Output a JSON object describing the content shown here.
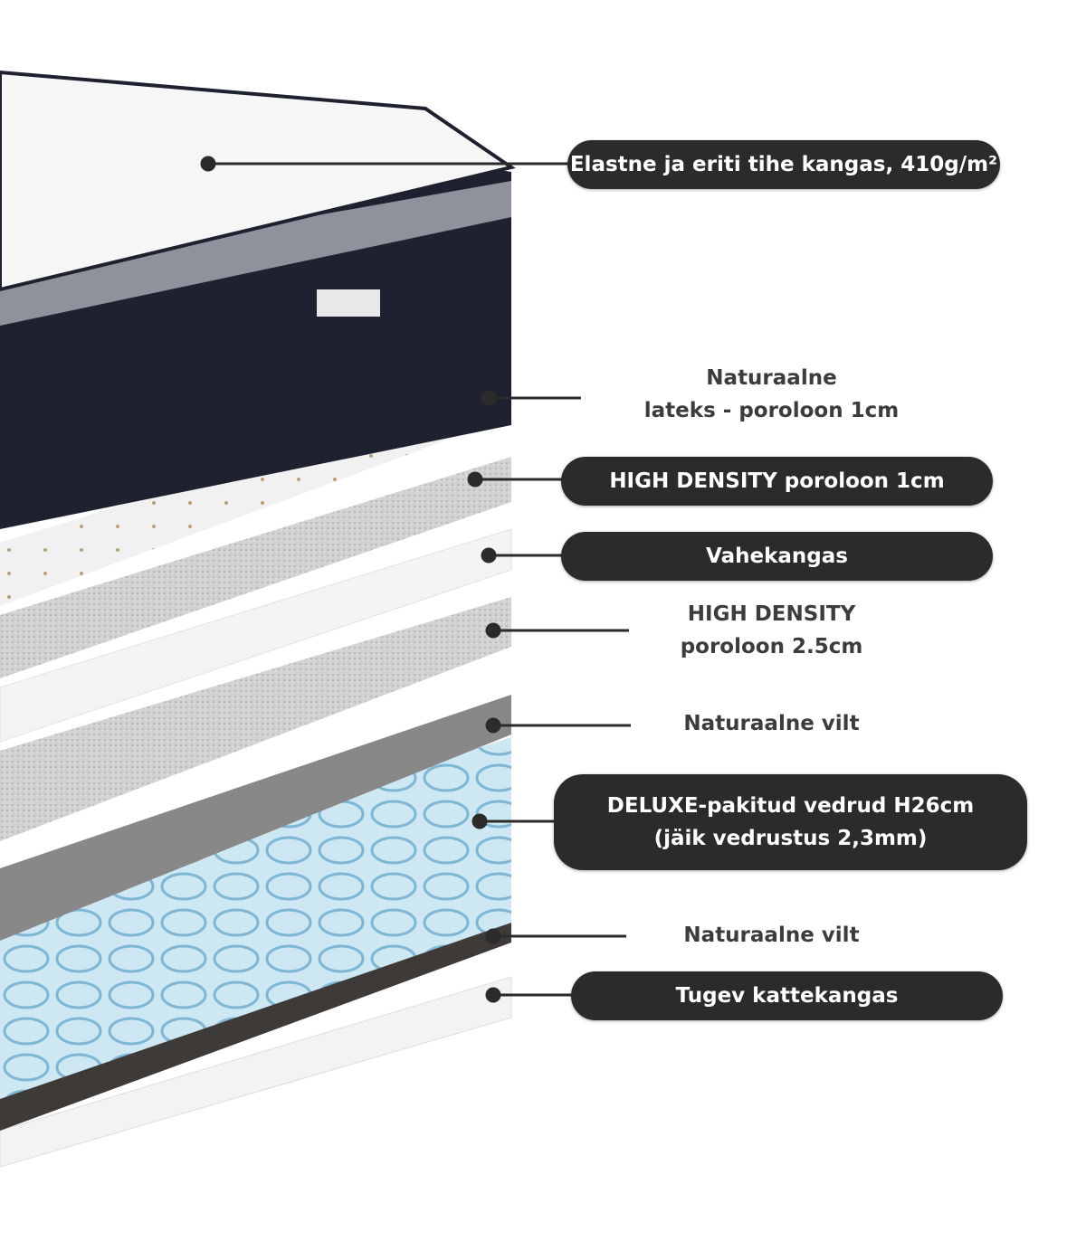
{
  "callouts": [
    {
      "label": "Elastne ja eriti tihe kangas, 410g/m²",
      "style": "pill"
    },
    {
      "line1": "Naturaalne",
      "line2": "lateks - poroloon 1cm",
      "style": "plain"
    },
    {
      "label": "HIGH DENSITY poroloon 1cm",
      "style": "pill"
    },
    {
      "label": "Vahekangas",
      "style": "pill"
    },
    {
      "line1": "HIGH DENSITY",
      "line2": "poroloon 2.5cm",
      "style": "plain"
    },
    {
      "label": "Naturaalne vilt",
      "style": "plain"
    },
    {
      "line1": "DELUXE-pakitud vedrud H26cm",
      "line2": "(jäik vedrustus 2,3mm)",
      "style": "pill"
    },
    {
      "label": "Naturaalne vilt",
      "style": "plain"
    },
    {
      "label": "Tugev kattekangas",
      "style": "pill"
    }
  ],
  "colors": {
    "pill": "#2b2b2b",
    "text": "#3c3c3c",
    "mattress": "#1e2230",
    "springs": "#bfe0f0"
  }
}
